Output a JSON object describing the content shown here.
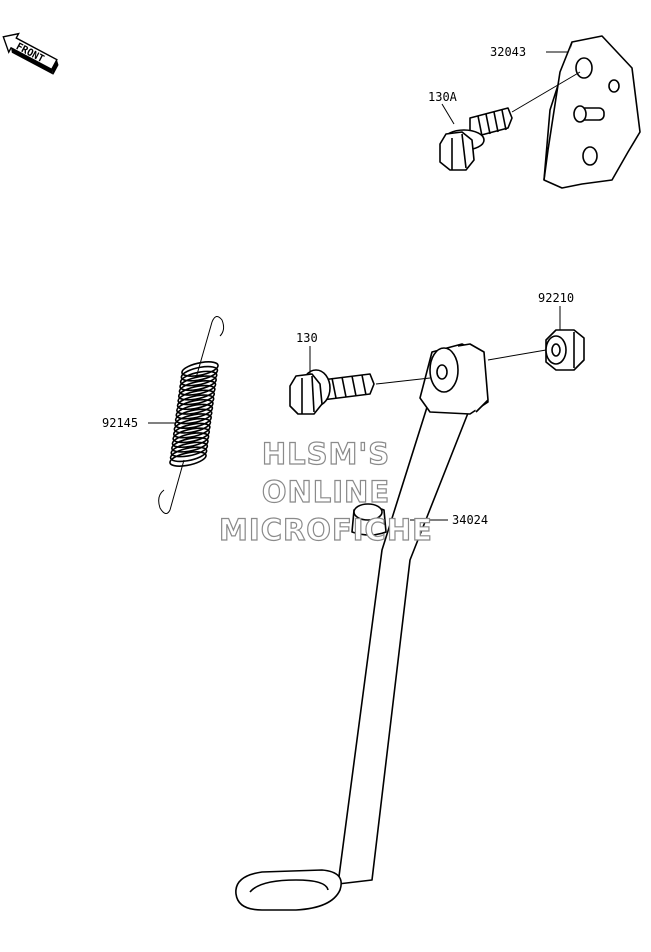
{
  "front_badge": {
    "text": "FRONT"
  },
  "parts": [
    {
      "id": "32043"
    },
    {
      "id": "130A"
    },
    {
      "id": "92210"
    },
    {
      "id": "130"
    },
    {
      "id": "92145"
    },
    {
      "id": "34024"
    }
  ],
  "watermark": {
    "line1": "HLSM'S",
    "line2": "ONLINE",
    "line3": "MICROFICHE"
  }
}
